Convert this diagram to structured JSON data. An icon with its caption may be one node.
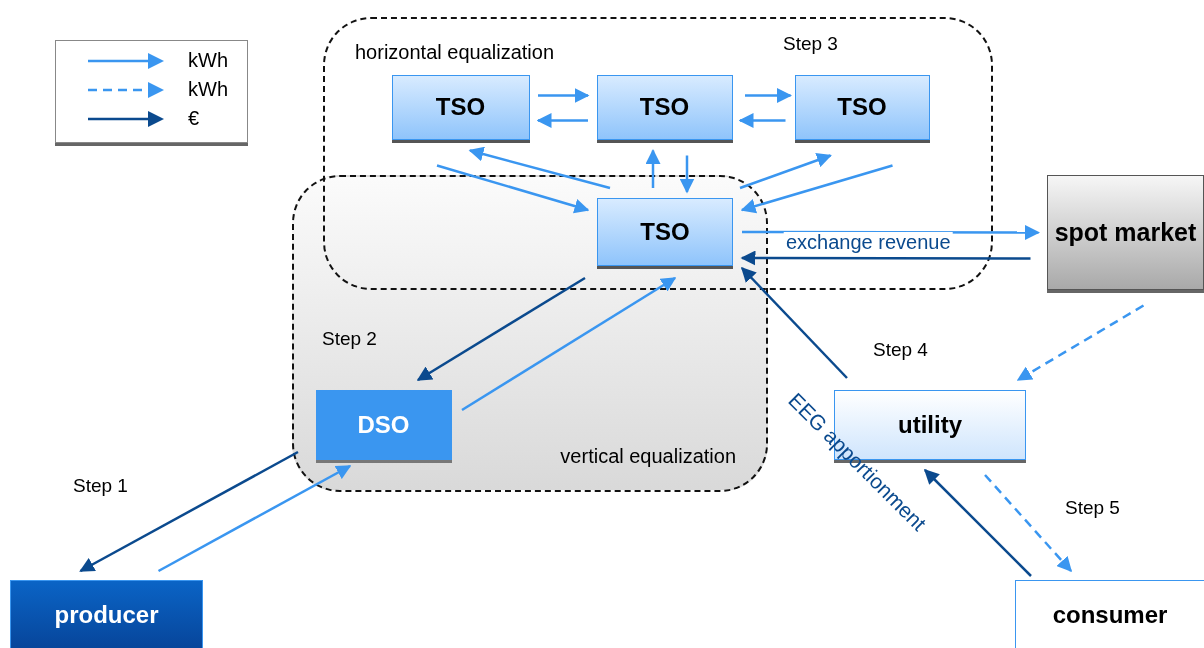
{
  "diagram": {
    "nodes": [
      {
        "text": [
          "horizontal equalization"
        ]
      },
      {
        "text": [
          "vertical equalization"
        ]
      },
      {
        "text": [
          "TSO"
        ],
        "in": 0
      },
      {
        "text": [
          "TSO"
        ],
        "in": 0
      },
      {
        "text": [
          "TSO"
        ],
        "in": 0
      },
      {
        "text": [
          "TSO"
        ]
      },
      {
        "text": [
          "DSO"
        ],
        "in": 1
      },
      {
        "text": [
          "spot market"
        ]
      },
      {
        "text": [
          "utility"
        ]
      },
      {
        "text": [
          "producer"
        ]
      },
      {
        "text": [
          "consumer"
        ]
      }
    ],
    "edges": [
      {
        "from": 2,
        "to": 3,
        "arrow": "to"
      },
      {
        "from": 3,
        "to": 2,
        "arrow": "to"
      },
      {
        "from": 3,
        "to": 4,
        "arrow": "to"
      },
      {
        "from": 4,
        "to": 3,
        "arrow": "to"
      },
      {
        "from": 2,
        "to": 5,
        "arrow": "to"
      },
      {
        "from": 5,
        "to": 2,
        "arrow": "to"
      },
      {
        "from": 5,
        "to": 3,
        "arrow": "to"
      },
      {
        "from": 3,
        "to": 5,
        "arrow": "to"
      },
      {
        "from": 5,
        "to": 4,
        "arrow": "to"
      },
      {
        "from": 4,
        "to": 5,
        "arrow": "to"
      },
      {
        "from": 5,
        "to": 7,
        "arrow": "to"
      },
      {
        "from": 7,
        "to": 5,
        "arrow": "to",
        "label": "exchange revenue",
        "color": "#0b4a8e"
      },
      {
        "from": 5,
        "to": 6,
        "arrow": "to",
        "color": "#0b4a8e"
      },
      {
        "from": 6,
        "to": 5,
        "arrow": "to"
      },
      {
        "from": 8,
        "to": 5,
        "arrow": "to",
        "color": "#0b4a8e"
      },
      {
        "from": 7,
        "to": 8,
        "arrow": "to",
        "style": "dashed"
      },
      {
        "from": 8,
        "to": 10,
        "arrow": "to",
        "style": "dashed"
      },
      {
        "from": 10,
        "to": 8,
        "arrow": "to",
        "color": "#0b4a8e"
      },
      {
        "from": 6,
        "to": 9,
        "arrow": "to",
        "color": "#0b4a8e"
      },
      {
        "from": 9,
        "to": 6,
        "arrow": "to"
      }
    ],
    "labels": [
      "Step 3",
      "Step 2",
      "Step 4",
      "EEG apportionment",
      "Step 1",
      "Step 5"
    ],
    "legend": [
      {
        "text": "kWh"
      },
      {
        "text": "kWh"
      },
      {
        "text": "€"
      }
    ]
  }
}
